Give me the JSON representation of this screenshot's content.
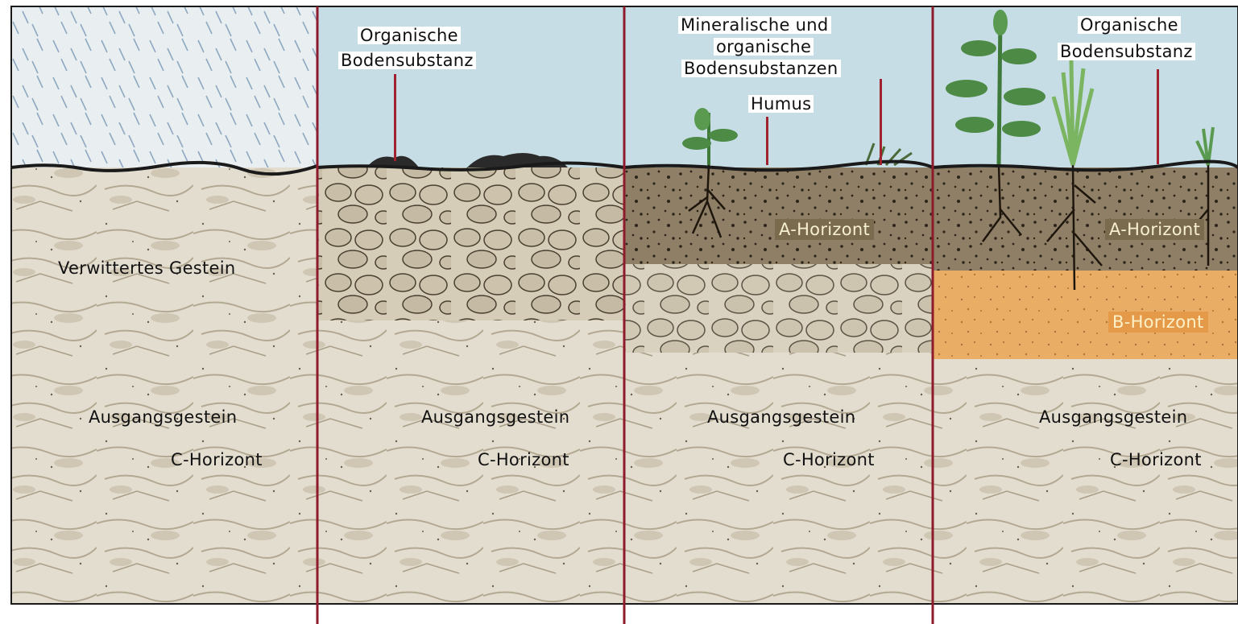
{
  "panels": [
    {
      "id": 1,
      "labels": {
        "weathered": "Verwittertes Gestein",
        "parent": "Ausgangsgestein",
        "c_horizon": "C-Horizont"
      }
    },
    {
      "id": 2,
      "labels": {
        "organic": [
          "Organische",
          "Bodensubstanz"
        ],
        "parent": "Ausgangsgestein",
        "c_horizon": "C-Horizont"
      }
    },
    {
      "id": 3,
      "labels": {
        "mineral_organic": [
          "Mineralische und",
          "organische",
          "Bodensubstanzen"
        ],
        "humus": "Humus",
        "a_horizon": "A-Horizont",
        "parent": "Ausgangsgestein",
        "c_horizon": "C-Horizont"
      }
    },
    {
      "id": 4,
      "labels": {
        "organic": [
          "Organische",
          "Bodensubstanz"
        ],
        "a_horizon": "A-Horizont",
        "b_horizon": "B-Horizont",
        "parent": "Ausgangsgestein",
        "c_horizon": "C-Horizont"
      }
    }
  ],
  "colors": {
    "sky": "#c7dde6",
    "sky_rain": "#e9eef0",
    "rock_light": "#e3ddcf",
    "rock_mid": "#c4baa7",
    "topsoil_dark": "#6b5b45",
    "a_horizon": "#9c8c70",
    "b_horizon": "#f0b66e",
    "divider": "#8e1b2b",
    "plant": "#4d8a45"
  }
}
